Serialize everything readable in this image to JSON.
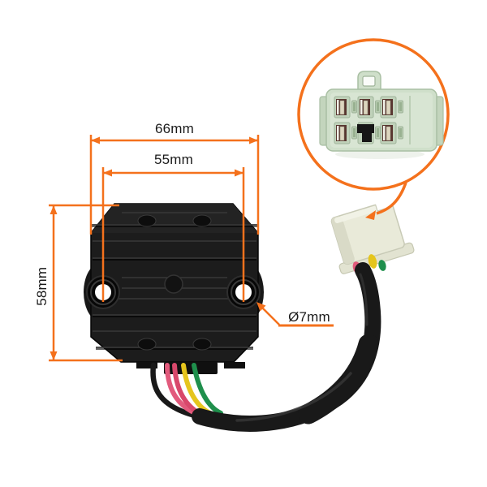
{
  "page": {
    "background_color": "#ffffff"
  },
  "annotations": {
    "accent_color": "#f4711c",
    "text_color": "#1a1a1a",
    "outer_width": {
      "label": "66mm"
    },
    "hole_spacing_width": {
      "label": "55mm"
    },
    "body_height": {
      "label": "58mm"
    },
    "hole_diameter": {
      "label": "Ø7mm"
    }
  },
  "product": {
    "description": "black finned voltage regulator rectifier with two mounting holes, 4-wire harness in black sleeve ending in a plug",
    "body_color": "#1c1c1c",
    "mounting_hole_count": 2,
    "cable_sleeve_color": "#191919",
    "plug_housing_color": "#e9ead9",
    "wire_colors": [
      "#191919",
      "#e25a7c",
      "#d8486b",
      "#e5c51d",
      "#1f8f4c"
    ]
  },
  "callout": {
    "ring_color": "#f4711c",
    "connector_face": {
      "housing_color": "#cfdfca",
      "pin_rows": 2,
      "pin_columns": 3,
      "metal_pins": 5,
      "empty_slots": 1
    }
  }
}
